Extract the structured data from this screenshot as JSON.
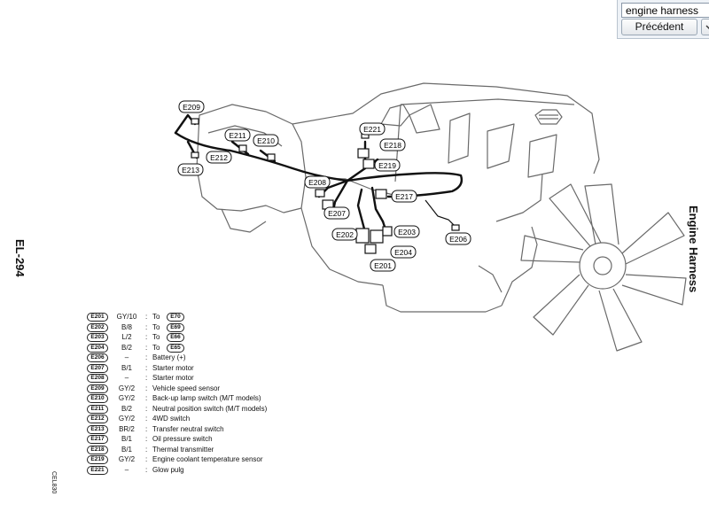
{
  "find_bar": {
    "query": "engine harness",
    "previous_label": "Précédent",
    "next_icon": "chevron-down-icon"
  },
  "page": {
    "left_label": "EL-294",
    "right_label": "Engine Harness",
    "figure_code": "CEL830"
  },
  "callouts": [
    "E209",
    "E211",
    "E210",
    "E212",
    "E213",
    "E221",
    "E218",
    "E219",
    "E208",
    "E217",
    "E207",
    "E203",
    "E202",
    "E206",
    "E204",
    "E201"
  ],
  "legend": [
    {
      "code": "E201",
      "wire": "GY/10",
      "dest": "To",
      "dest_code": "E70"
    },
    {
      "code": "E202",
      "wire": "B/8",
      "dest": "To",
      "dest_code": "E69"
    },
    {
      "code": "E203",
      "wire": "L/2",
      "dest": "To",
      "dest_code": "E66"
    },
    {
      "code": "E204",
      "wire": "B/2",
      "dest": "To",
      "dest_code": "E65"
    },
    {
      "code": "E206",
      "wire": "–",
      "dest": "Battery (+)",
      "dest_code": ""
    },
    {
      "code": "E207",
      "wire": "B/1",
      "dest": "Starter motor",
      "dest_code": ""
    },
    {
      "code": "E208",
      "wire": "–",
      "dest": "Starter motor",
      "dest_code": ""
    },
    {
      "code": "E209",
      "wire": "GY/2",
      "dest": "Vehicle speed sensor",
      "dest_code": ""
    },
    {
      "code": "E210",
      "wire": "GY/2",
      "dest": "Back-up lamp switch (M/T models)",
      "dest_code": ""
    },
    {
      "code": "E211",
      "wire": "B/2",
      "dest": "Neutral position switch (M/T models)",
      "dest_code": ""
    },
    {
      "code": "E212",
      "wire": "GY/2",
      "dest": "4WD switch",
      "dest_code": ""
    },
    {
      "code": "E213",
      "wire": "BR/2",
      "dest": "Transfer neutral switch",
      "dest_code": ""
    },
    {
      "code": "E217",
      "wire": "B/1",
      "dest": "Oil pressure switch",
      "dest_code": ""
    },
    {
      "code": "E218",
      "wire": "B/1",
      "dest": "Thermal transmitter",
      "dest_code": ""
    },
    {
      "code": "E219",
      "wire": "GY/2",
      "dest": "Engine coolant temperature sensor",
      "dest_code": ""
    },
    {
      "code": "E221",
      "wire": "–",
      "dest": "Glow pulg",
      "dest_code": ""
    }
  ]
}
